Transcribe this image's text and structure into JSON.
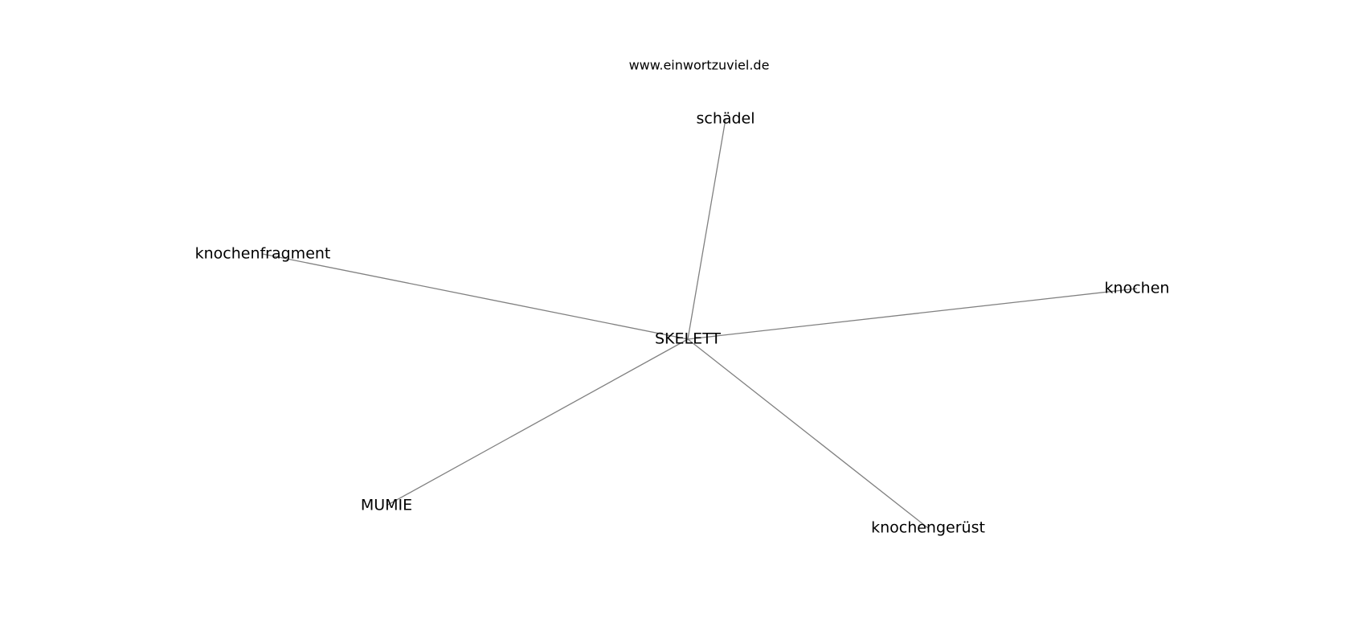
{
  "site": "www.einwortzuviel.de",
  "graph": {
    "center": "SKELETT",
    "nodes": [
      "SKELETT",
      "schädel",
      "knochenfragment",
      "knochen",
      "MUMIE",
      "knochengerüst"
    ],
    "edges": [
      [
        "SKELETT",
        "schädel"
      ],
      [
        "SKELETT",
        "knochenfragment"
      ],
      [
        "SKELETT",
        "knochen"
      ],
      [
        "SKELETT",
        "MUMIE"
      ],
      [
        "SKELETT",
        "knochengerüst"
      ]
    ],
    "edge_color": "#808080",
    "text_color": "#000000"
  }
}
